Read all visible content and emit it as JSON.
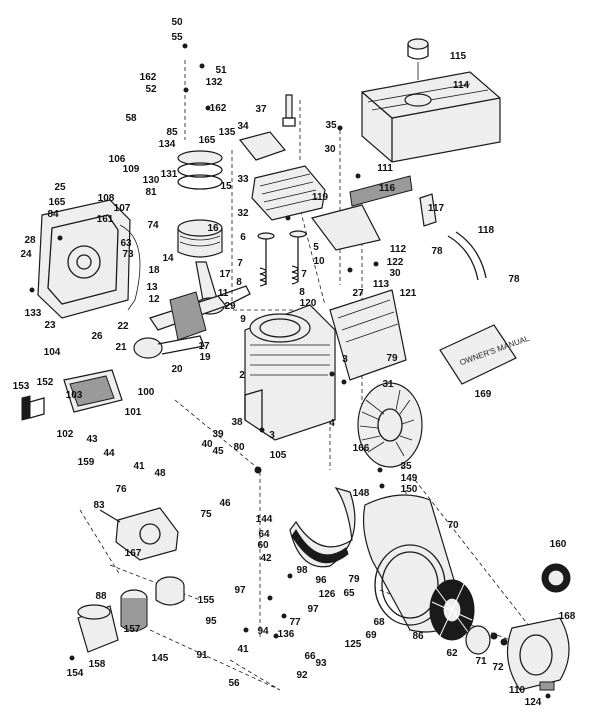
{
  "diagram": {
    "booklet_text": "OWNER'S MANUAL",
    "callouts": [
      "50",
      "55",
      "51",
      "162",
      "132",
      "52",
      "58",
      "162",
      "37",
      "134",
      "85",
      "165",
      "135",
      "34",
      "115",
      "114",
      "35",
      "30",
      "111",
      "106",
      "109",
      "130",
      "131",
      "15",
      "33",
      "119",
      "116",
      "25",
      "165",
      "81",
      "107",
      "108",
      "161",
      "84",
      "28",
      "74",
      "63",
      "73",
      "32",
      "117",
      "78",
      "24",
      "16",
      "6",
      "5",
      "112",
      "118",
      "14",
      "10",
      "7",
      "7",
      "122",
      "30",
      "18",
      "17",
      "8",
      "8",
      "113",
      "78",
      "27",
      "120",
      "121",
      "133",
      "12",
      "11",
      "13",
      "29",
      "9",
      "23",
      "26",
      "22",
      "17",
      "21",
      "19",
      "20",
      "104",
      "3",
      "79",
      "153",
      "152",
      "100",
      "2",
      "31",
      "103",
      "101",
      "102",
      "38",
      "169",
      "4",
      "43",
      "39",
      "40",
      "3",
      "166",
      "44",
      "159",
      "41",
      "45",
      "80",
      "105",
      "48",
      "76",
      "46",
      "35",
      "149",
      "75",
      "150",
      "83",
      "148",
      "144",
      "70",
      "64",
      "60",
      "42",
      "98",
      "167",
      "160",
      "96",
      "79",
      "97",
      "126",
      "97",
      "88",
      "155",
      "86",
      "65",
      "95",
      "94",
      "136",
      "68",
      "69",
      "157",
      "62",
      "71",
      "72",
      "168",
      "145",
      "91",
      "41",
      "93",
      "66",
      "125",
      "154",
      "158",
      "92",
      "56",
      "110",
      "124",
      "77"
    ]
  }
}
